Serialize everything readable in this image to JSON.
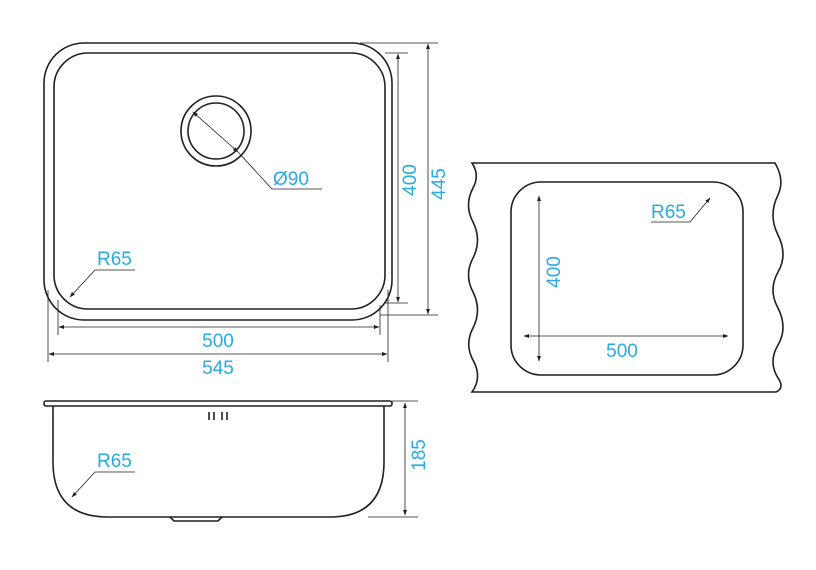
{
  "top_view": {
    "drain_diameter": "Ø90",
    "inner_height": "400",
    "outer_height": "445",
    "inner_width": "500",
    "outer_width": "545",
    "corner_radius": "R65"
  },
  "side_view": {
    "depth": "185",
    "corner_radius": "R65"
  },
  "cutout_view": {
    "corner_radius": "R65",
    "height": "400",
    "width": "500"
  },
  "colors": {
    "dimension_text": "#29abe2",
    "line": "#231f20"
  }
}
